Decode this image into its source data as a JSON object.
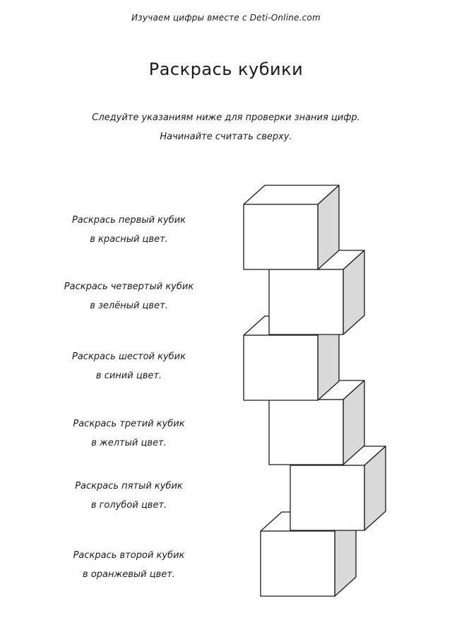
{
  "header": {
    "site_line": "Изучаем цифры вместе с Deti-Online.com"
  },
  "page": {
    "title": "Раскрась кубики",
    "instructions": [
      "Следуйте указаниям ниже для проверки знания цифр.",
      "Начинайте считать сверху."
    ]
  },
  "tasks": [
    {
      "line1": "Раскрась первый кубик",
      "line2": "в красный цвет."
    },
    {
      "line1": "Раскрась четвертый кубик",
      "line2": "в зелёный цвет."
    },
    {
      "line1": "Раскрась шестой кубик",
      "line2": "в синий цвет."
    },
    {
      "line1": "Раскрась третий кубик",
      "line2": "в желтый цвет."
    },
    {
      "line1": "Раскрась пятый кубик",
      "line2": "в голубой цвет."
    },
    {
      "line1": "Раскрась второй кубик",
      "line2": "в оранжевый цвет."
    }
  ],
  "colors": {
    "side_shade": "#d9d9d9",
    "outline": "#1a1a1a",
    "face": "#ffffff"
  }
}
